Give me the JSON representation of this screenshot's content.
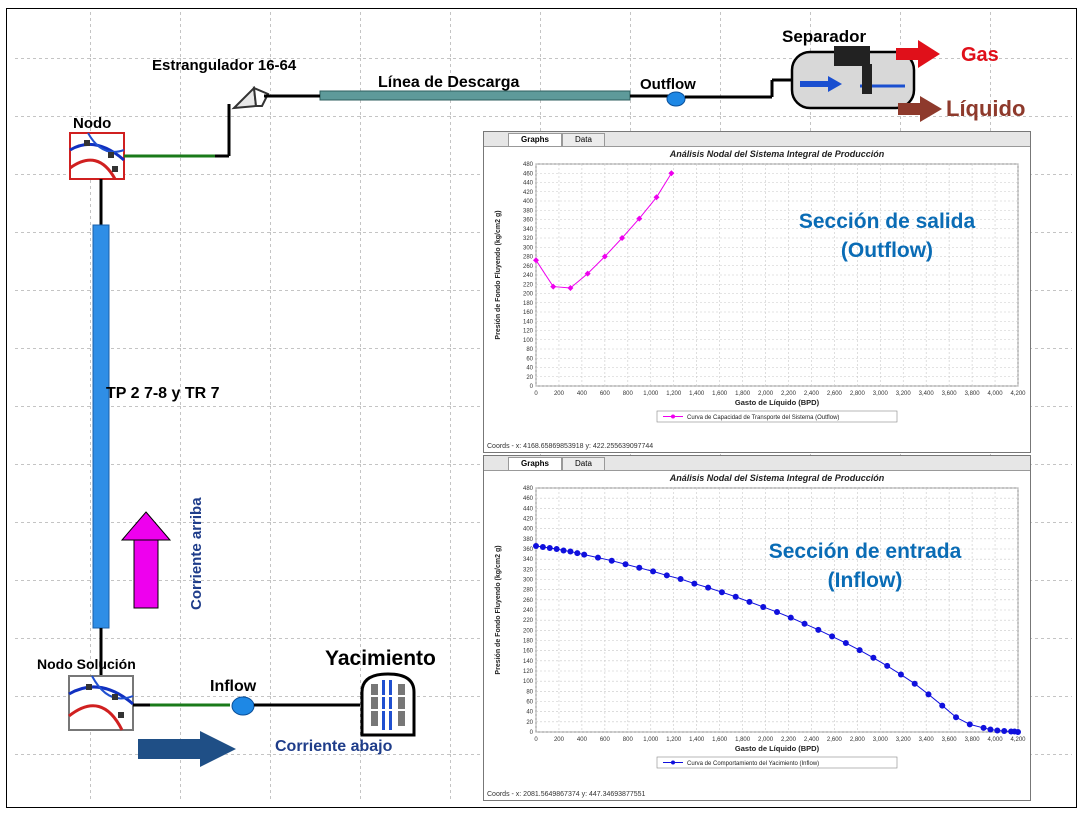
{
  "labels": {
    "estrangulador": "Estrangulador 16-64",
    "linea_descarga": "Línea de Descarga",
    "outflow": "Outflow",
    "separador": "Separador",
    "gas": "Gas",
    "liquido": "Líquido",
    "nodo": "Nodo",
    "tubing": "TP 2 7-8 y TR 7",
    "corriente_arriba": "Corriente arriba",
    "nodo_solucion": "Nodo Solución",
    "inflow": "Inflow",
    "yacimiento": "Yacimiento",
    "corriente_abajo": "Corriente abajo"
  },
  "colors": {
    "gas_arrow": "#e0101a",
    "liquido_arrow": "#8e3a2c",
    "tubing": "#2f8ee6",
    "descarga": "#5e9a9a",
    "up_arrow": "#ee00ee",
    "down_arrow": "#1f4f86",
    "outflow_curve": "#ee00ee",
    "inflow_curve": "#1010dd"
  },
  "panels": {
    "outflow": {
      "tabs": [
        "Graphs",
        "Data"
      ],
      "section_title": "Sección de salida",
      "section_sub": "(Outflow)",
      "coords": "Coords -  x: 4168.65869853918  y: 422.255639097744"
    },
    "inflow": {
      "tabs": [
        "Graphs",
        "Data"
      ],
      "section_title": "Sección de entrada",
      "section_sub": "(Inflow)",
      "coords": "Coords -  x: 2081.5649867374  y: 447.34693877551"
    }
  },
  "chart_data": [
    {
      "type": "line",
      "title": "Análisis Nodal del Sistema Integral de Producción",
      "xlabel": "Gasto de Líquido (BPD)",
      "ylabel": "Presión de Fondo Fluyendo (kg/cm2 g)",
      "xlim": [
        0,
        4200
      ],
      "ylim": [
        0,
        480
      ],
      "xticks": [
        0,
        200,
        400,
        600,
        800,
        1000,
        1200,
        1400,
        1600,
        1800,
        2000,
        2200,
        2400,
        2600,
        2800,
        3000,
        3200,
        3400,
        3600,
        3800,
        4000,
        4200
      ],
      "xtick_labels": [
        "0",
        "200",
        "400",
        "600",
        "800",
        "1,000",
        "1,200",
        "1,400",
        "1,600",
        "1,800",
        "2,000",
        "2,200",
        "2,400",
        "2,600",
        "2,800",
        "3,000",
        "3,200",
        "3,400",
        "3,600",
        "3,800",
        "4,000",
        "4,200"
      ],
      "yticks": [
        0,
        20,
        40,
        60,
        80,
        100,
        120,
        140,
        160,
        180,
        200,
        220,
        240,
        260,
        280,
        300,
        320,
        340,
        360,
        380,
        400,
        420,
        440,
        460,
        480
      ],
      "grid": true,
      "legend": "bottom",
      "series": [
        {
          "name": "Curva de Capacidad de Transporte del Sistema (Outflow)",
          "x": [
            0,
            150,
            300,
            450,
            600,
            750,
            900,
            1050,
            1180
          ],
          "y": [
            272,
            215,
            212,
            243,
            280,
            320,
            362,
            408,
            460
          ]
        }
      ]
    },
    {
      "type": "line",
      "title": "Análisis Nodal del Sistema Integral de Producción",
      "xlabel": "Gasto de Líquido (BPD)",
      "ylabel": "Presión de Fondo Fluyendo (kg/cm2 g)",
      "xlim": [
        0,
        4200
      ],
      "ylim": [
        0,
        480
      ],
      "xticks": [
        0,
        200,
        400,
        600,
        800,
        1000,
        1200,
        1400,
        1600,
        1800,
        2000,
        2200,
        2400,
        2600,
        2800,
        3000,
        3200,
        3400,
        3600,
        3800,
        4000,
        4200
      ],
      "xtick_labels": [
        "0",
        "200",
        "400",
        "600",
        "800",
        "1,000",
        "1,200",
        "1,400",
        "1,600",
        "1,800",
        "2,000",
        "2,200",
        "2,400",
        "2,600",
        "2,800",
        "3,000",
        "3,200",
        "3,400",
        "3,600",
        "3,800",
        "4,000",
        "4,200"
      ],
      "yticks": [
        0,
        20,
        40,
        60,
        80,
        100,
        120,
        140,
        160,
        180,
        200,
        220,
        240,
        260,
        280,
        300,
        320,
        340,
        360,
        380,
        400,
        420,
        440,
        460,
        480
      ],
      "grid": true,
      "legend": "bottom",
      "series": [
        {
          "name": "Curva de Comportamiento del Yacimiento (Inflow)",
          "x": [
            0,
            60,
            120,
            180,
            240,
            300,
            360,
            420,
            540,
            660,
            780,
            900,
            1020,
            1140,
            1260,
            1380,
            1500,
            1620,
            1740,
            1860,
            1980,
            2100,
            2220,
            2340,
            2460,
            2580,
            2700,
            2820,
            2940,
            3060,
            3180,
            3300,
            3420,
            3540,
            3660,
            3780,
            3900,
            3960,
            4020,
            4080,
            4140,
            4170,
            4200
          ],
          "y": [
            366,
            364,
            362,
            360,
            357,
            355,
            352,
            349,
            343,
            337,
            330,
            323,
            316,
            308,
            301,
            292,
            284,
            275,
            266,
            256,
            246,
            236,
            225,
            213,
            201,
            188,
            175,
            161,
            146,
            130,
            113,
            95,
            74,
            52,
            29,
            15,
            8,
            5,
            3,
            2,
            1,
            1,
            0
          ]
        }
      ]
    }
  ]
}
